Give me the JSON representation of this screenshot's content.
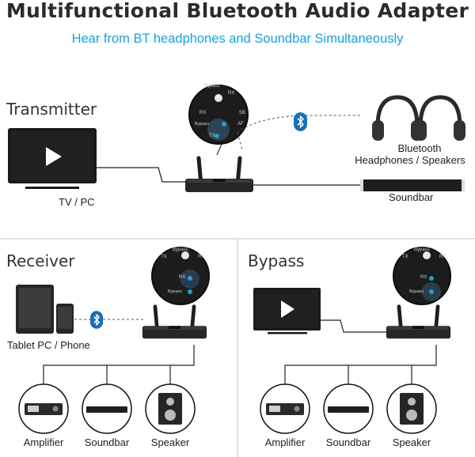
{
  "title": "Multifunctional Bluetooth Audio Adapter",
  "subtitle": "Hear from BT headphones and Soundbar Simultaneously",
  "transmitter": {
    "heading": "Transmitter",
    "source_label": "TV / PC",
    "headphones_label_line1": "Bluetooth",
    "headphones_label_line2": "Headphones / Speakers",
    "soundbar_label": "Soundbar",
    "panel": {
      "top": "Bypass",
      "rx": "RX",
      "sb": "SB",
      "bypass": "Bypass",
      "tx": "TX",
      "a": "AF"
    }
  },
  "receiver": {
    "heading": "Receiver",
    "source_label": "Tablet PC / Phone",
    "outputs": [
      "Amplifier",
      "Soundbar",
      "Speaker"
    ],
    "panel": {
      "top": "Bypass",
      "tx": "TX",
      "rx_top": "RX",
      "rx": "RX",
      "bypass": "Bypass"
    }
  },
  "bypass": {
    "heading": "Bypass",
    "outputs": [
      "Amplifier",
      "Soundbar",
      "Speaker"
    ],
    "panel": {
      "top": "Bypass",
      "tx": "TX",
      "rx_top": "RX",
      "rx": "RX",
      "bypass": "Bypass"
    }
  },
  "colors": {
    "accent": "#1aa0dc",
    "dark": "#1c1c1c",
    "device": "#2a2a2a",
    "divider": "#d0d0d0"
  },
  "icons": [
    "play-icon",
    "bluetooth-icon",
    "headphones-icon",
    "amplifier-icon",
    "soundbar-icon",
    "speaker-icon",
    "tablet-icon",
    "phone-icon"
  ]
}
